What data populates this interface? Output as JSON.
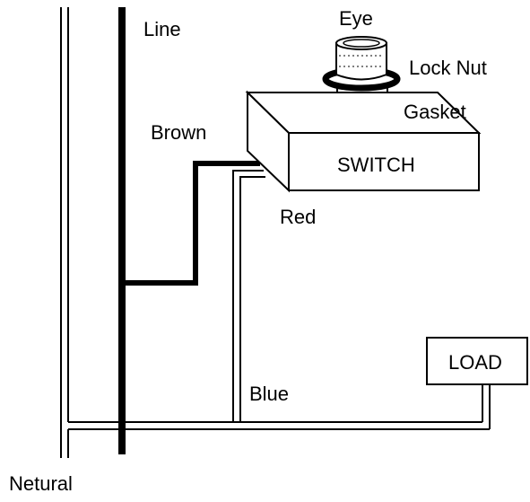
{
  "labels": {
    "line": "Line",
    "eye": "Eye",
    "lock_nut": "Lock Nut",
    "gasket": "Gasket",
    "brown": "Brown",
    "switch": "SWITCH",
    "red": "Red",
    "load": "LOAD",
    "blue": "Blue",
    "neutral": "Netural"
  },
  "colors": {
    "wire": "#000000",
    "background": "#ffffff"
  }
}
